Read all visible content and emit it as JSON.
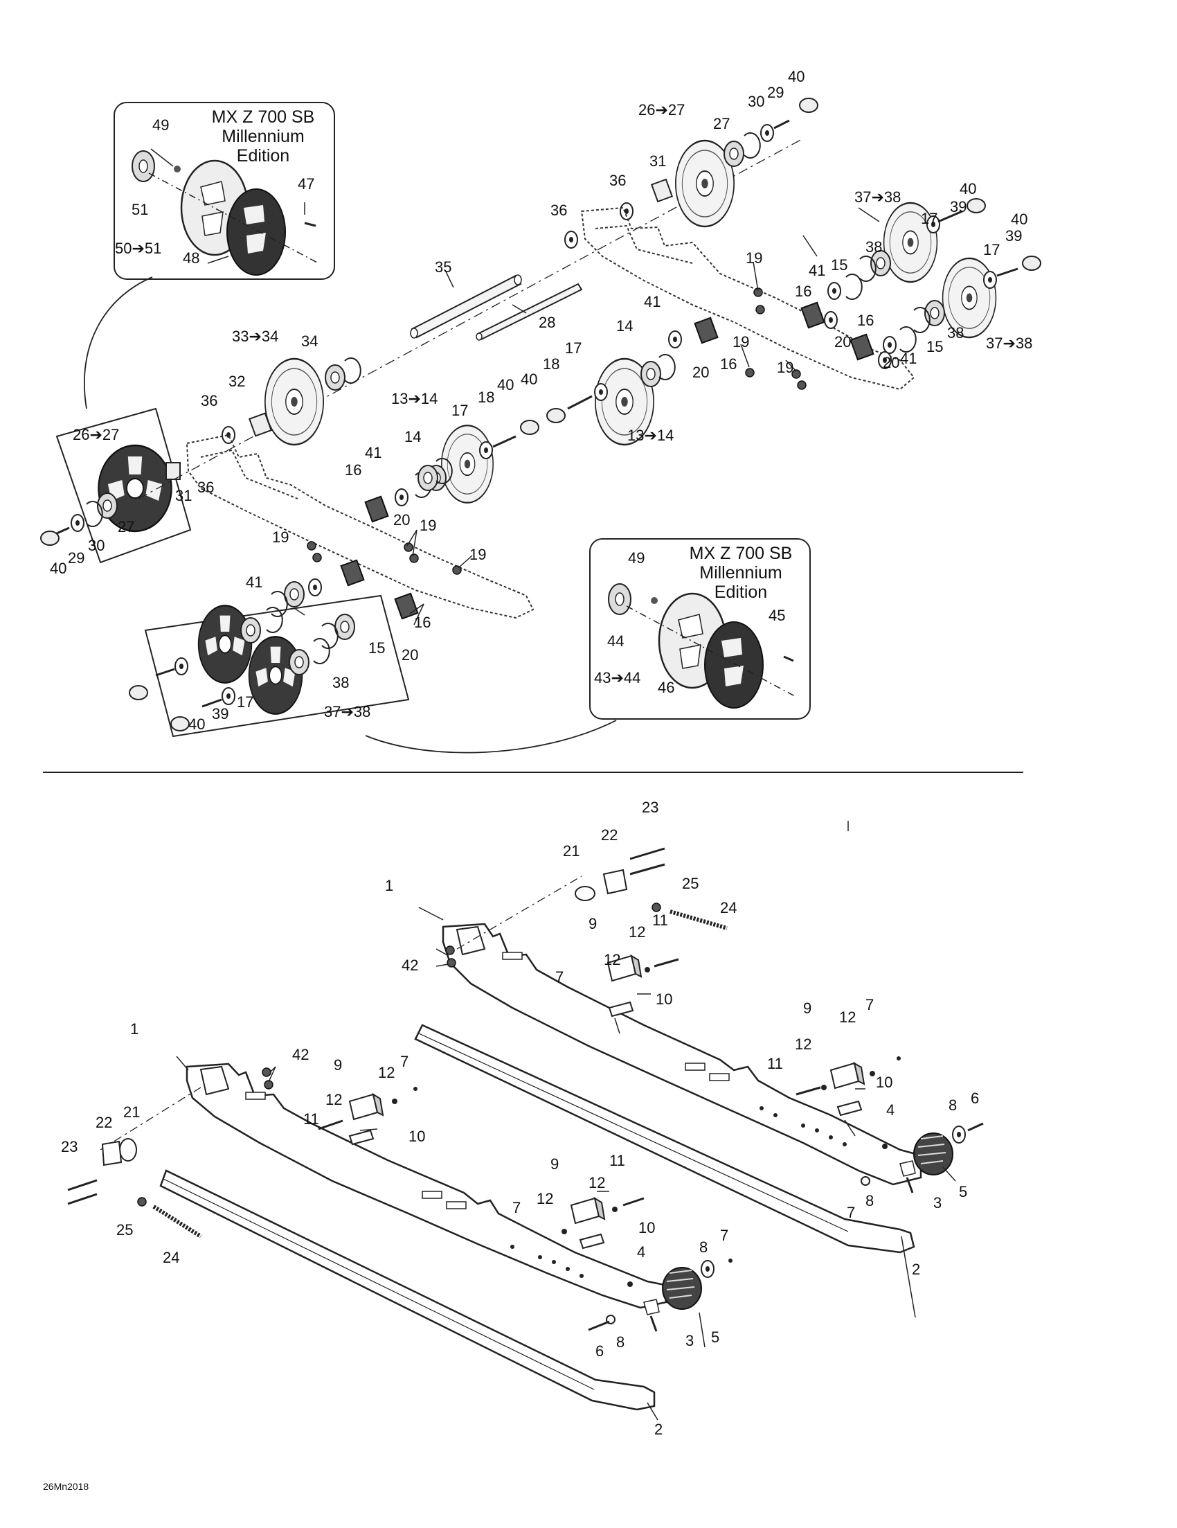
{
  "insets": [
    {
      "lines": [
        "MX Z 700 SB",
        "Millennium",
        "Edition"
      ]
    },
    {
      "lines": [
        "MX Z 700 SB",
        "Millennium",
        "Edition"
      ]
    }
  ],
  "callouts": {
    "c40a": "40",
    "c30a": "30",
    "c29a": "29",
    "c26to27a": "26➔27",
    "c27a": "27",
    "c31a": "31",
    "c36a": "36",
    "c37to38a": "37➔38",
    "c40b": "40",
    "c17a": "17",
    "c39a": "39",
    "c40c": "40",
    "c17b": "17",
    "c39b": "39",
    "c38a": "38",
    "c19a": "19",
    "c41a": "41",
    "c15a": "15",
    "c16a": "16",
    "c20a": "20",
    "c16b": "16",
    "c41b": "41",
    "c15b": "15",
    "c38b": "38",
    "c37to38b": "37➔38",
    "c20b": "20",
    "c19b": "19",
    "c19c": "19",
    "c35": "35",
    "c28": "28",
    "c36b": "36",
    "c41c": "41",
    "c14a": "14",
    "c20c": "20",
    "c16c": "16",
    "c49a": "49",
    "c47": "47",
    "c51a": "51",
    "c50to51": "50➔51",
    "c48": "48",
    "c33to34": "33➔34",
    "c34": "34",
    "c32": "32",
    "c36c": "36",
    "c18a": "18",
    "c17c": "17",
    "c40d": "40",
    "c13to14a": "13➔14",
    "c17d": "17",
    "c18b": "18",
    "c40e": "40",
    "c13to14b": "13➔14",
    "c14b": "14",
    "c26to27b": "26➔27",
    "c31b": "31",
    "c36d": "36",
    "c27b": "27",
    "c30b": "30",
    "c29b": "29",
    "c40f": "40",
    "c41d": "41",
    "c16d": "16",
    "c20d": "20",
    "c19d": "19",
    "c19e": "19",
    "c19f": "19",
    "c41e": "41",
    "c16e": "16",
    "c15c": "15",
    "c20e": "20",
    "c38c": "38",
    "c37to38c": "37➔38",
    "c40g": "40",
    "c39c": "39",
    "c17e": "17",
    "c49b": "49",
    "c44": "44",
    "c45": "45",
    "c43to44": "43➔44",
    "c46": "46",
    "c23a": "23",
    "c22a": "22",
    "c21a": "21",
    "c25a": "25",
    "c24a": "24",
    "c1a": "1",
    "c9a": "9",
    "c12a": "12",
    "c11a": "11",
    "c42a": "42",
    "c12b": "12",
    "c7a": "7",
    "c10a": "10",
    "c9b": "9",
    "c12c": "12",
    "c7b": "7",
    "c12d": "12",
    "c11b": "11",
    "c10b": "10",
    "c4a": "4",
    "c8a": "8",
    "c6a": "6",
    "c8b": "8",
    "c7c": "7",
    "c3a": "3",
    "c5a": "5",
    "c2a": "2",
    "c1b": "1",
    "c42b": "42",
    "c9c": "9",
    "c12e": "12",
    "c7d": "7",
    "c12f": "12",
    "c11c": "11",
    "c10c": "10",
    "c23b": "23",
    "c22b": "22",
    "c21b": "21",
    "c25b": "25",
    "c24b": "24",
    "c9d": "9",
    "c11d": "11",
    "c12g": "12",
    "c12h": "12",
    "c7e": "7",
    "c10d": "10",
    "c4b": "4",
    "c7f": "7",
    "c8c": "8",
    "c8d": "8",
    "c6b": "6",
    "c3b": "3",
    "c5b": "5",
    "c2b": "2"
  },
  "figure_code": "26Mn2018"
}
